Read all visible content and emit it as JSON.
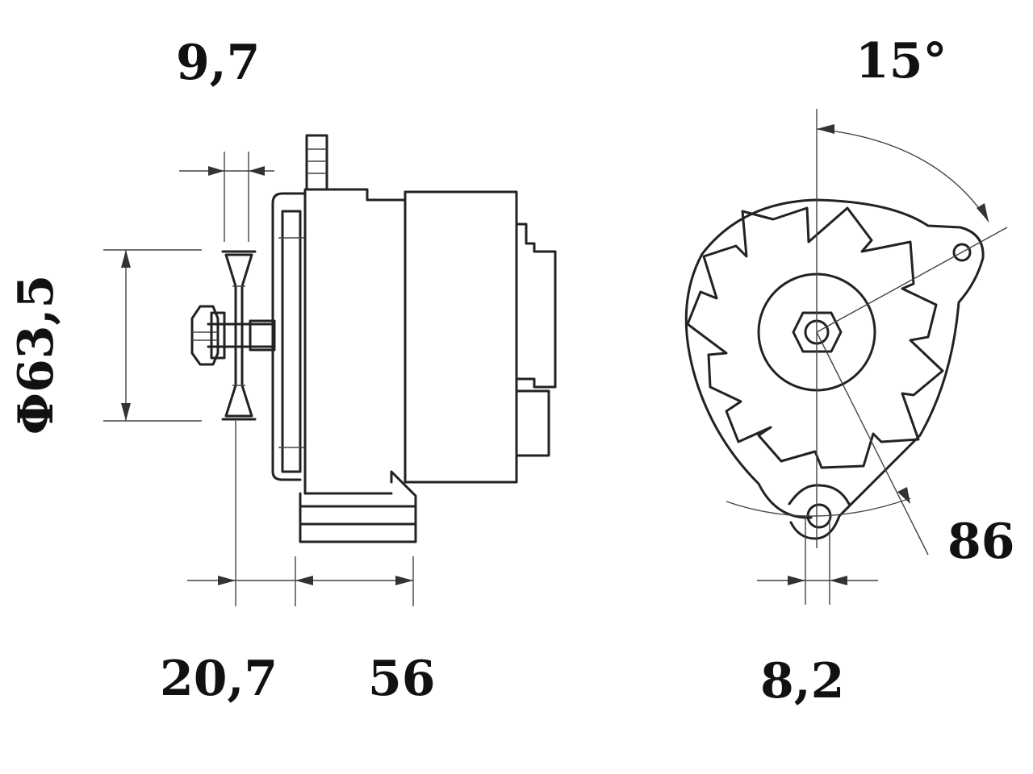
{
  "dimensions": {
    "pulley_offset": "9,7",
    "mount_angle": "15°",
    "pulley_diameter": "Φ63,5",
    "pulley_to_flange": "20,7",
    "body_length": "56",
    "hole_offset": "8,2",
    "mount_radius": "86"
  },
  "colors": {
    "line": "#222222",
    "text": "#111111",
    "background": "#ffffff"
  }
}
